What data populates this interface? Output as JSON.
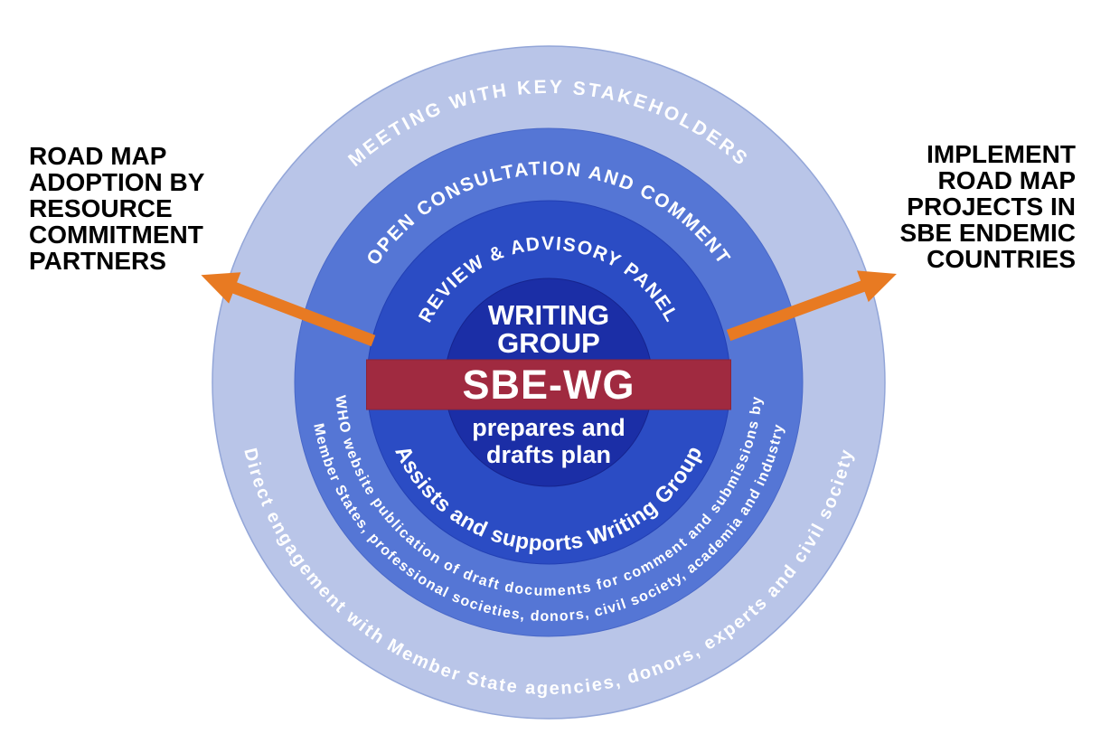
{
  "colors": {
    "background": "#ffffff",
    "ring_outer": "#b9c5e8",
    "ring_middle": "#5576d5",
    "ring_inner": "#2b4cc4",
    "core": "#1b2ea6",
    "banner": "#a02a40",
    "arrow": "#e87a22",
    "ring_text": "#ffffff",
    "side_text": "#000000"
  },
  "rings": {
    "outer": {
      "top_label": "MEETING WITH KEY STAKEHOLDERS",
      "bottom_label": "Direct engagement with Member State agencies, donors, experts and civil society"
    },
    "middle": {
      "top_label": "OPEN CONSULTATION AND COMMENT",
      "bottom_label_line1": "WHO website publication of draft documents for comment and submissions by",
      "bottom_label_line2": "Member States, professional societies, donors, civil society, academia and industry"
    },
    "inner": {
      "top_label": "REVIEW & ADVISORY PANEL",
      "bottom_label": "Assists and supports Writing Group"
    }
  },
  "core": {
    "title_line1": "WRITING",
    "title_line2": "GROUP",
    "banner_label": "SBE-WG",
    "subtitle_line1": "prepares and",
    "subtitle_line2": "drafts plan"
  },
  "labels": {
    "left": {
      "lines": [
        "ROAD MAP",
        "ADOPTION BY",
        "RESOURCE",
        "COMMITMENT",
        "PARTNERS"
      ]
    },
    "right": {
      "lines": [
        "IMPLEMENT",
        "ROAD MAP",
        "PROJECTS IN",
        "SBE ENDEMIC",
        "COUNTRIES"
      ]
    }
  }
}
